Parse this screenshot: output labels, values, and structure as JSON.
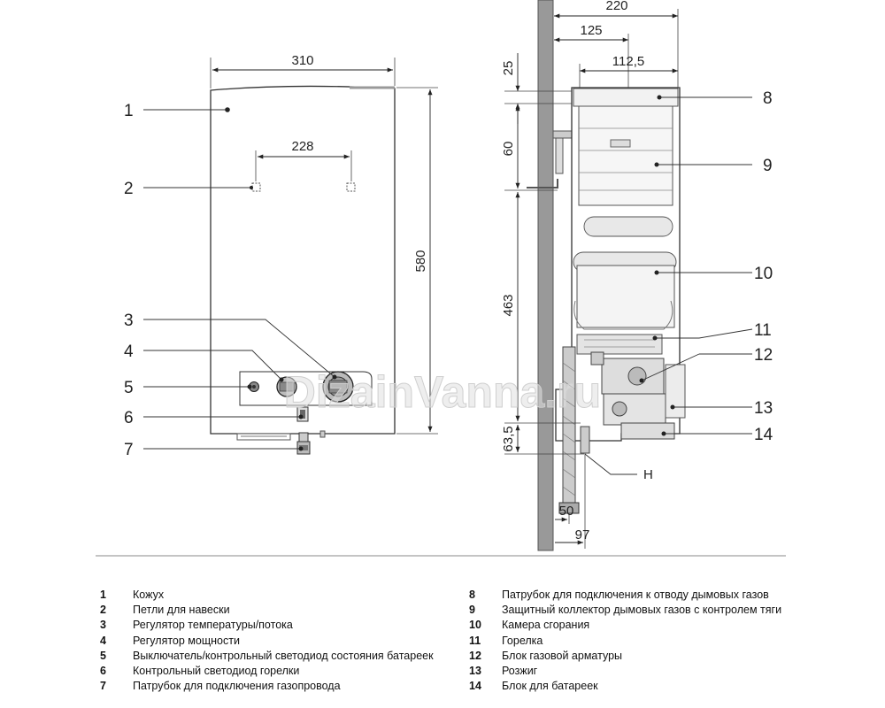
{
  "watermark": "DizainVanna.ru",
  "front_view": {
    "dim_width": "310",
    "dim_hooks": "228",
    "dim_height": "580"
  },
  "side_view": {
    "dim_depth": "220",
    "dim_125": "125",
    "dim_112_5": "112,5",
    "dim_25": "25",
    "dim_60": "60",
    "dim_463": "463",
    "dim_63_5": "63,5",
    "dim_50": "50",
    "dim_97": "97",
    "label_h": "H"
  },
  "callouts_left": [
    "1",
    "2",
    "3",
    "4",
    "5",
    "6",
    "7"
  ],
  "callouts_right": [
    "8",
    "9",
    "10",
    "11",
    "12",
    "13",
    "14"
  ],
  "legend_left": [
    {
      "num": "1",
      "text": "Кожух"
    },
    {
      "num": "2",
      "text": "Петли для навески"
    },
    {
      "num": "3",
      "text": "Регулятор температуры/потока"
    },
    {
      "num": "4",
      "text": "Регулятор мощности"
    },
    {
      "num": "5",
      "text": "Выключатель/контрольный светодиод состояния батареек"
    },
    {
      "num": "6",
      "text": "Контрольный светодиод горелки"
    },
    {
      "num": "7",
      "text": "Патрубок для подключения газопровода"
    }
  ],
  "legend_right": [
    {
      "num": "8",
      "text": "Патрубок для подключения к отводу дымовых газов"
    },
    {
      "num": "9",
      "text": "Защитный коллектор дымовых газов с контролем тяги"
    },
    {
      "num": "10",
      "text": "Камера сгорания"
    },
    {
      "num": "11",
      "text": "Горелка"
    },
    {
      "num": "12",
      "text": "Блок газовой арматуры"
    },
    {
      "num": "13",
      "text": "Розжиг"
    },
    {
      "num": "14",
      "text": "Блок для батареек"
    }
  ]
}
